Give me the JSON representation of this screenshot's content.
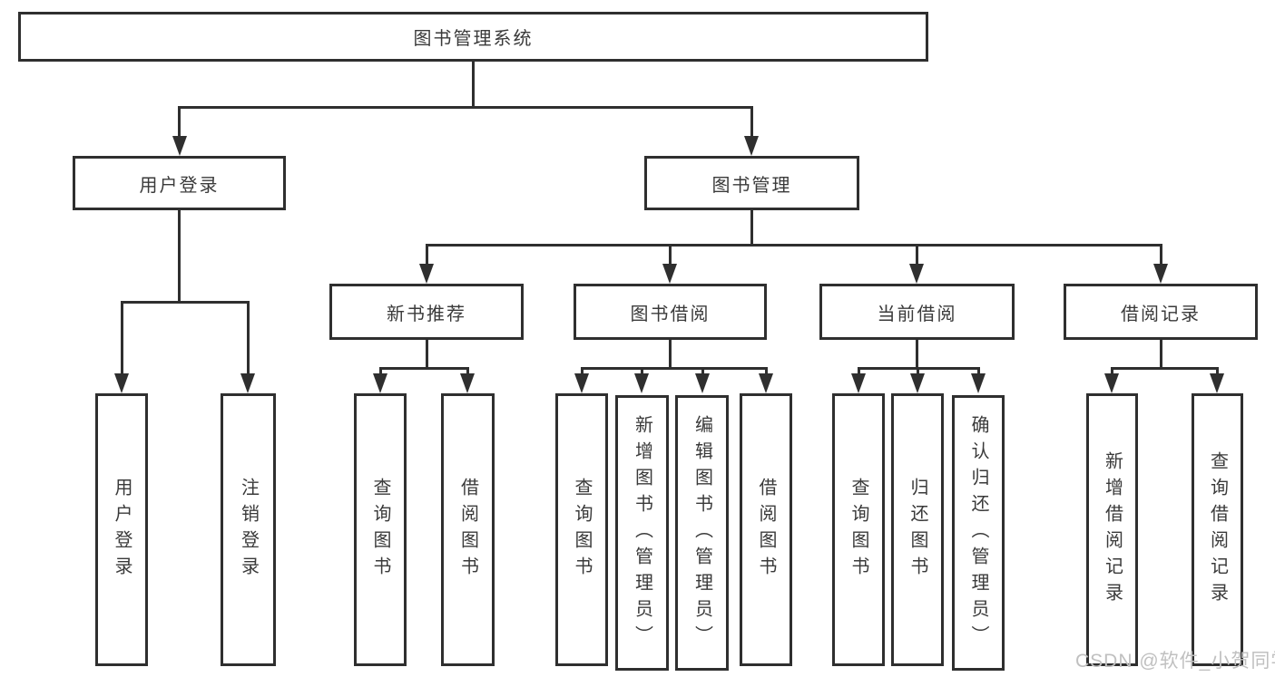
{
  "nodes": {
    "root": {
      "label": "图书管理系统"
    },
    "user_login": {
      "label": "用户登录"
    },
    "book_mgmt": {
      "label": "图书管理"
    },
    "new_book_rec": {
      "label": "新书推荐"
    },
    "book_borrow": {
      "label": "图书借阅"
    },
    "current_borrow": {
      "label": "当前借阅"
    },
    "borrow_records": {
      "label": "借阅记录"
    },
    "leaf_user_login": {
      "label": "用户登录"
    },
    "leaf_logout": {
      "label": "注销登录"
    },
    "leaf_query_book_rec": {
      "label": "查询图书"
    },
    "leaf_borrow_book_rec": {
      "label": "借阅图书"
    },
    "leaf_query_book_borrow": {
      "label": "查询图书"
    },
    "leaf_add_book_admin": {
      "label": "新增图书（管理员）"
    },
    "leaf_edit_book_admin": {
      "label": "编辑图书（管理员）"
    },
    "leaf_borrow_book_borrow": {
      "label": "借阅图书"
    },
    "leaf_query_book_current": {
      "label": "查询图书"
    },
    "leaf_return_book": {
      "label": "归还图书"
    },
    "leaf_confirm_return_admin": {
      "label": "确认归还（管理员）"
    },
    "leaf_add_borrow_record": {
      "label": "新增借阅记录"
    },
    "leaf_query_borrow_record": {
      "label": "查询借阅记录"
    }
  },
  "watermark": {
    "text": "CSDN @软件_小贺同学"
  },
  "colors": {
    "line": "#2f2f2f",
    "text": "#3a3a3a",
    "watermark": "#c0c0c0",
    "bg": "#ffffff"
  }
}
